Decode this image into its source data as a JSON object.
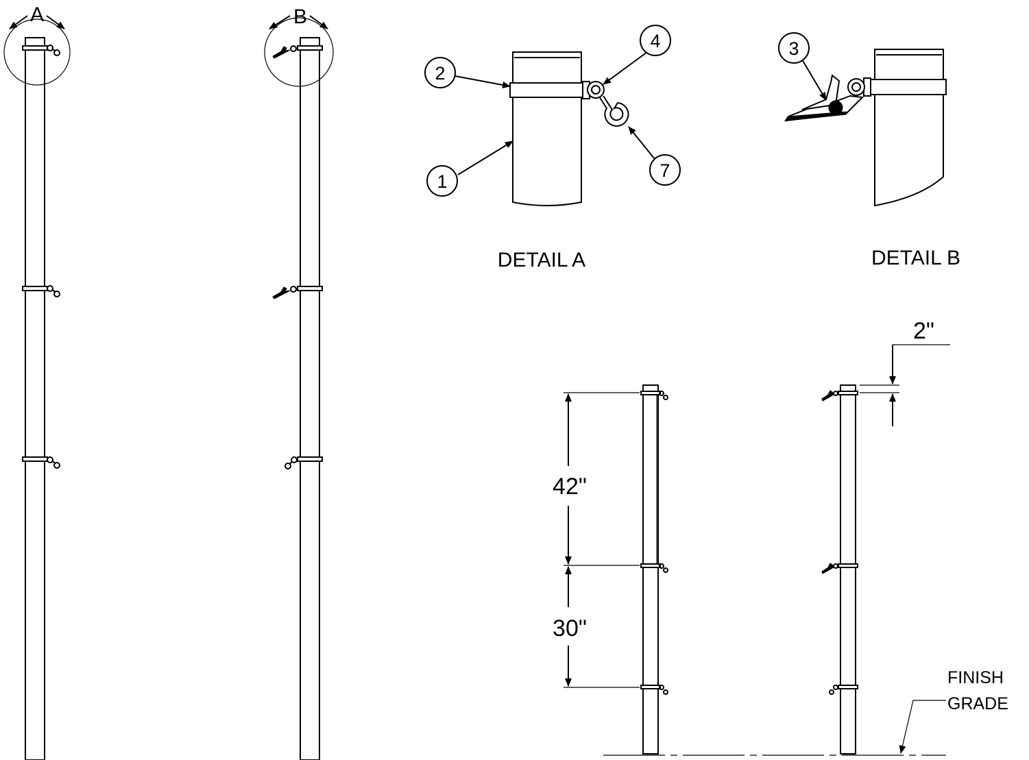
{
  "detail_markers": {
    "a": "A",
    "b": "B"
  },
  "detail_titles": {
    "a": "DETAIL A",
    "b": "DETAIL B"
  },
  "balloons": {
    "post": "1",
    "band": "2",
    "latch": "3",
    "eye": "4",
    "hook": "7"
  },
  "dimensions": {
    "span_upper": "42\"",
    "span_lower": "30\"",
    "top_offset": "2\""
  },
  "ground_label": {
    "line1": "FINISH",
    "line2": "GRADE"
  }
}
